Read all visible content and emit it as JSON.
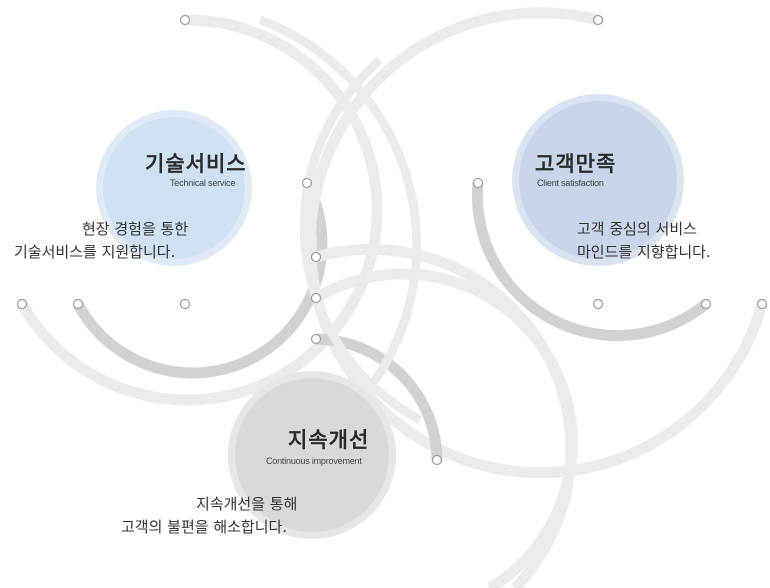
{
  "colors": {
    "arc_light": "#ebebeb",
    "arc_dark": "#d2d2d2",
    "circle_tech": "#cfe2f3",
    "circle_tech_ring": "#dfeaf6",
    "circle_client": "#c8d5ea",
    "circle_client_ring": "#dae3f0",
    "circle_improve": "#d9d9d9",
    "circle_improve_ring": "#e6e6e6",
    "node_stroke": "#9a9a9a"
  },
  "items": [
    {
      "id": "technical",
      "title": "기술서비스",
      "subtitle": "Technical service",
      "desc_line1": "현장 경험을 통한",
      "desc_line2": "기술서비스를 지원합니다."
    },
    {
      "id": "client",
      "title": "고객만족",
      "subtitle": "Client satisfaction",
      "desc_line1": "고객 중심의 서비스",
      "desc_line2": "마인드를 지향합니다."
    },
    {
      "id": "improvement",
      "title": "지속개선",
      "subtitle": "Continuous improvement",
      "desc_line1": "지속개선을 통해",
      "desc_line2": "고객의 불편을 해소합니다."
    }
  ]
}
